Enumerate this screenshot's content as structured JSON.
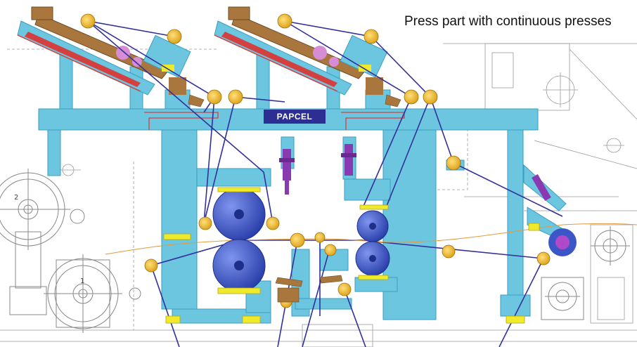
{
  "diagram": {
    "caption": "Press part with continuous presses",
    "brand_label": "PAPCEL",
    "drum_labels": [
      "1",
      "2"
    ],
    "colors": {
      "frame": "#6cc6e0",
      "frame_dark": "#3a9fbf",
      "press_roll": "#3c56c8",
      "guide_roll": "#f2b81e",
      "felt_line": "#32309a",
      "web_line": "#e49a3c",
      "cylinder": "#8a3ab0",
      "bearing": "#f0ea2c",
      "brown_part": "#a9773e",
      "pink": "#d78cd6",
      "sketch": "#888888"
    }
  }
}
